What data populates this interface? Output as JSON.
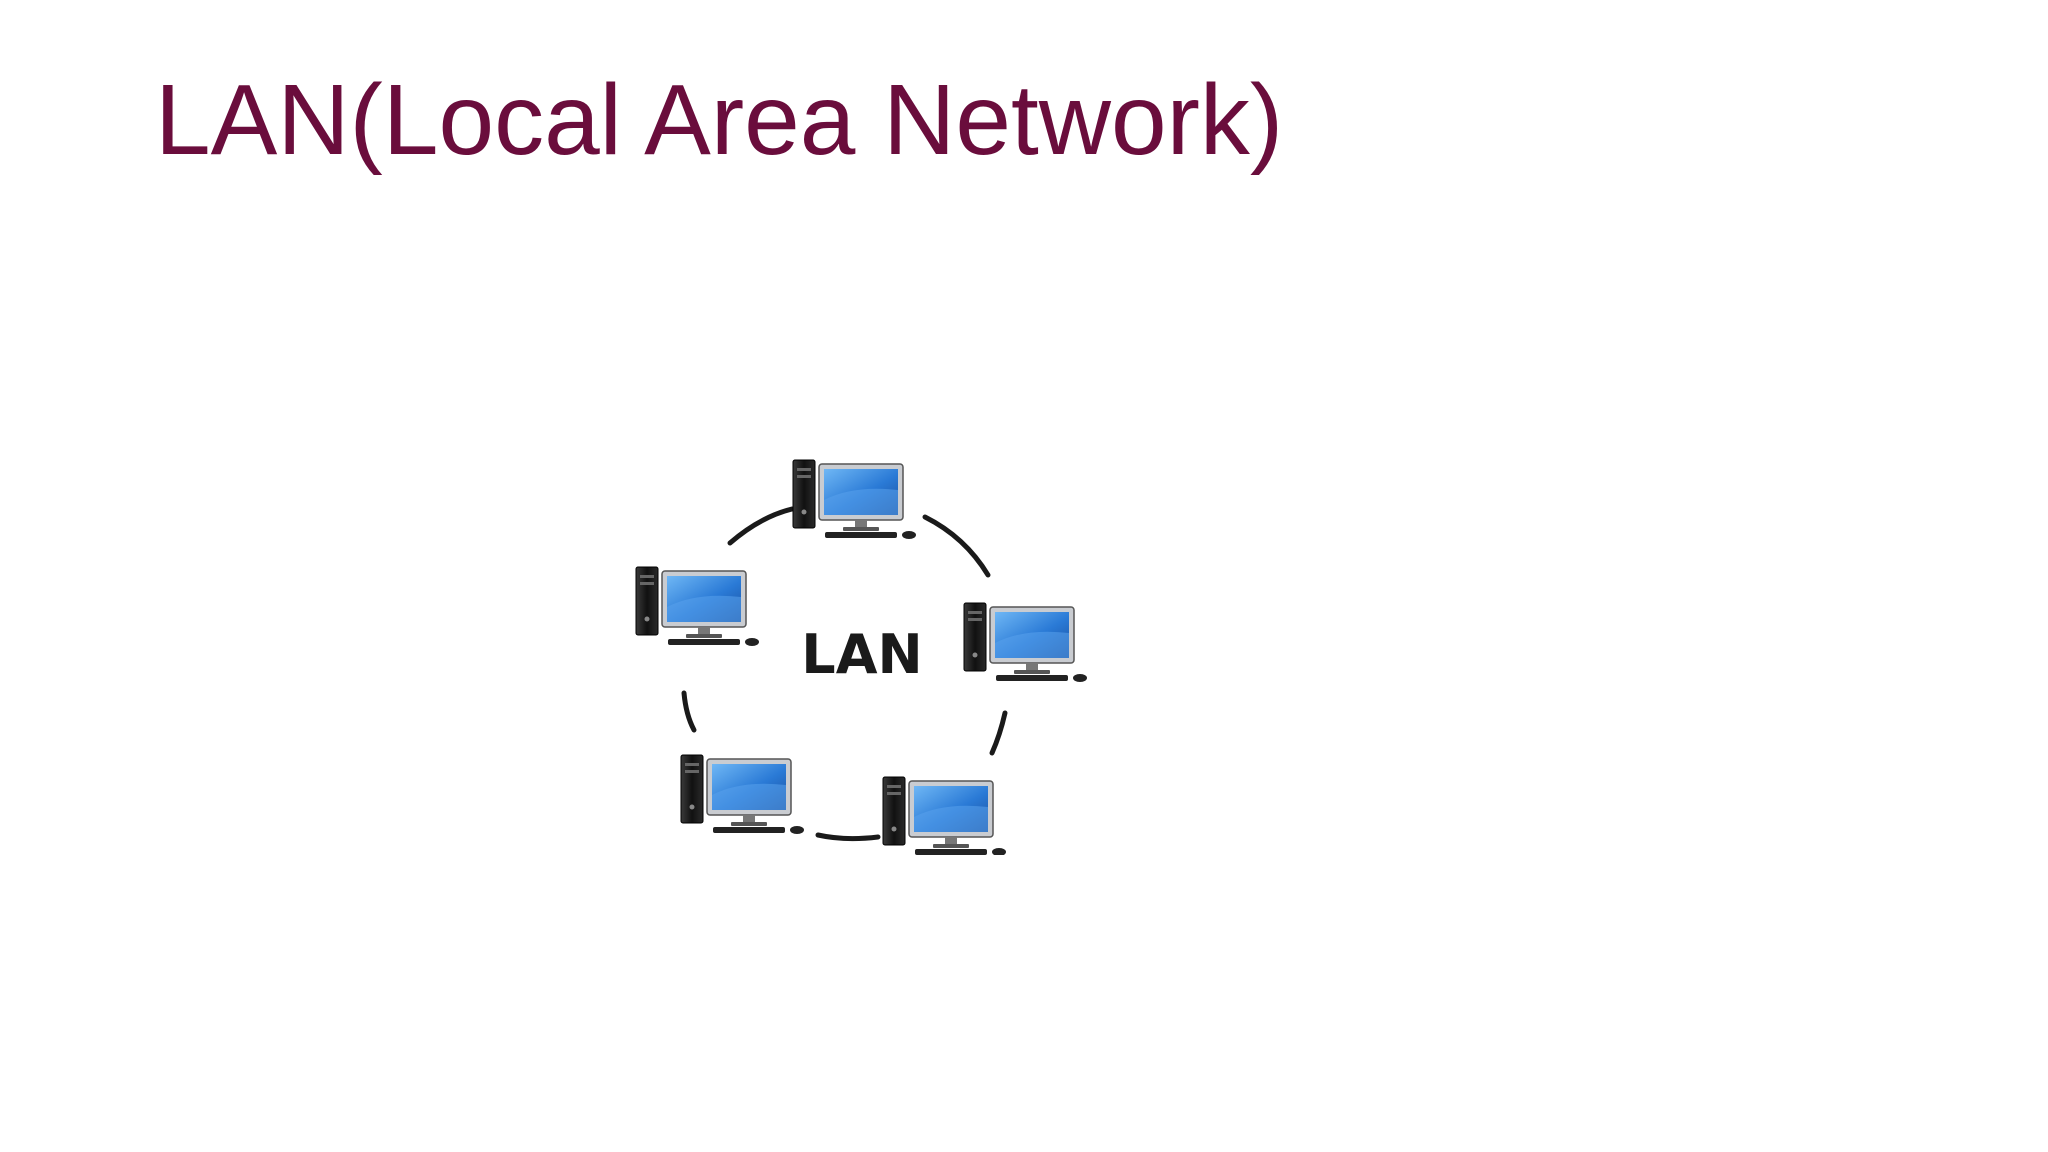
{
  "slide": {
    "title": "LAN(Local Area Network)"
  },
  "diagram": {
    "center_label": "LAN",
    "nodes": [
      {
        "name": "computer-top",
        "icon": "desktop-computer-icon"
      },
      {
        "name": "computer-left",
        "icon": "desktop-computer-icon"
      },
      {
        "name": "computer-right",
        "icon": "desktop-computer-icon"
      },
      {
        "name": "computer-bottom-left",
        "icon": "desktop-computer-icon"
      },
      {
        "name": "computer-bottom-right",
        "icon": "desktop-computer-icon"
      }
    ]
  },
  "colors": {
    "title": "#6a0d3c",
    "ring": "#1a1a1a",
    "label": "#1a1a1a",
    "screen": "#2f7fd8",
    "case": "#1c1c1c"
  }
}
